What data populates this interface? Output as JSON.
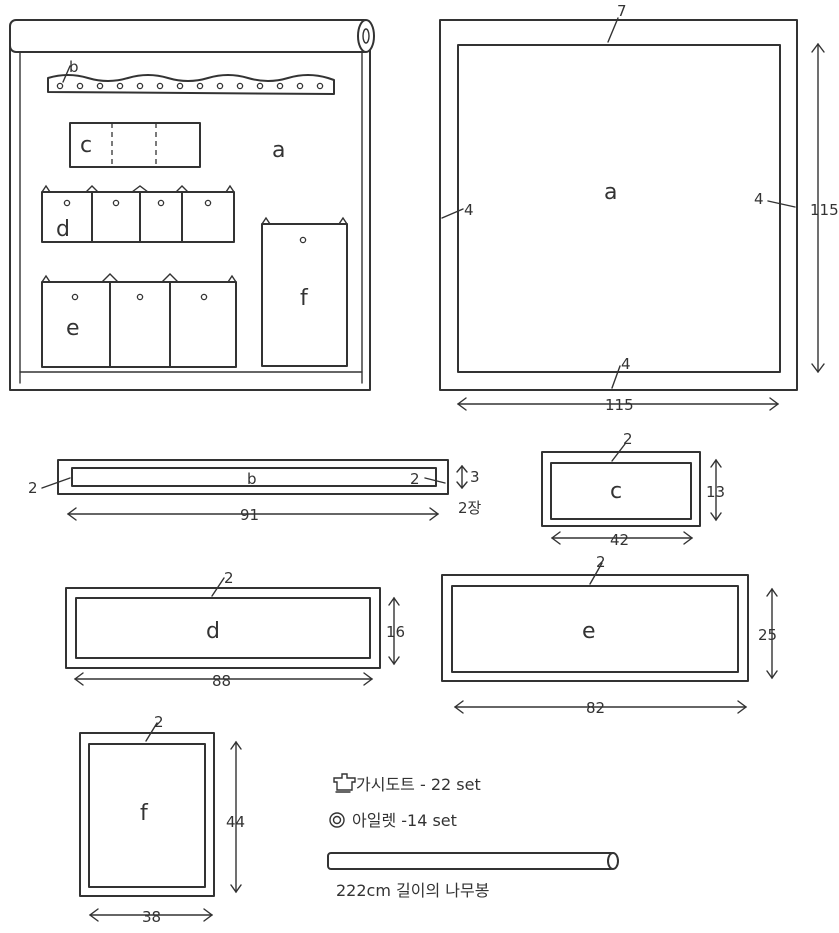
{
  "overview": {
    "label_a": "a",
    "label_b": "b",
    "label_c": "c",
    "label_d": "d",
    "label_e": "e",
    "label_f": "f"
  },
  "pieces": {
    "a": {
      "label": "a",
      "width": "115",
      "height": "115",
      "seam_top": "7",
      "seam_left": "4",
      "seam_right": "4",
      "seam_bottom": "4"
    },
    "b": {
      "label": "b",
      "width": "91",
      "height": "3",
      "seam_left": "2",
      "seam_right": "2",
      "quantity": "2장"
    },
    "c": {
      "label": "c",
      "width": "42",
      "height": "13",
      "seam": "2"
    },
    "d": {
      "label": "d",
      "width": "88",
      "height": "16",
      "seam": "2"
    },
    "e": {
      "label": "e",
      "width": "82",
      "height": "25",
      "seam": "2"
    },
    "f": {
      "label": "f",
      "width": "38",
      "height": "44",
      "seam": "2"
    }
  },
  "legend": {
    "snap": "가시도트 - 22 set",
    "eyelet": "아일렛 -14 set",
    "rod": "222cm 길이의 나무봉",
    "snap_icon": "snap-button-icon",
    "eyelet_icon": "eyelet-ring-icon",
    "rod_icon": "wooden-rod-icon"
  }
}
